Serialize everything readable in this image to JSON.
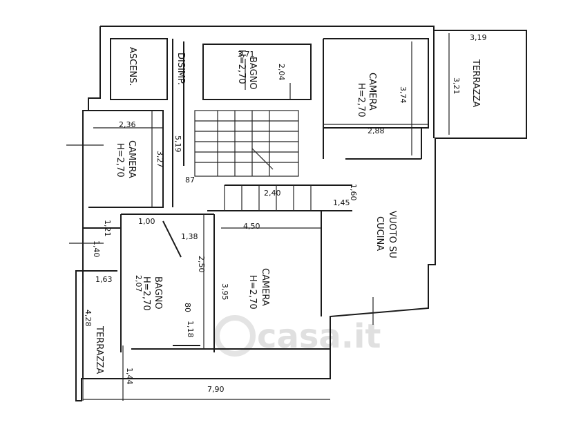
{
  "rooms": {
    "ascens": "ASCENS.",
    "disimp": "DISIMP.",
    "bagno_top": {
      "name": "BAGNO",
      "height": "H=2,70"
    },
    "camera_tr": {
      "name": "CAMERA",
      "height": "H=2,70"
    },
    "terrazza_tr": "TERRAZZA",
    "camera_left": {
      "name": "CAMERA",
      "height": "H=2,70"
    },
    "bagno_bottom": {
      "name": "BAGNO",
      "height": "H=2,70"
    },
    "camera_center": {
      "name": "CAMERA",
      "height": "H=2,70"
    },
    "vuoto": {
      "line1": "VUOTO SU",
      "line2": "CUCINA"
    },
    "terrazza_bl": "TERRAZZA"
  },
  "dimensions": {
    "d_371": "3,71",
    "d_204": "2,04",
    "d_319": "3,19",
    "d_321": "3,21",
    "d_374": "3,74",
    "d_288": "2,88",
    "d_236": "2,36",
    "d_327": "3,27",
    "d_519": "5,19",
    "d_87": "87",
    "d_240": "2,40",
    "d_160": "1,60",
    "d_145": "1,45",
    "d_121": "1,21",
    "d_100": "1,00",
    "d_140": "1,40",
    "d_138": "1,38",
    "d_450": "4,50",
    "d_250": "2,50",
    "d_207": "2,07",
    "d_163": "1,63",
    "d_395": "3,95",
    "d_80": "80",
    "d_118": "1,18",
    "d_428": "4,28",
    "d_144": "1,44",
    "d_790": "7,90"
  },
  "watermark": "casa.it"
}
